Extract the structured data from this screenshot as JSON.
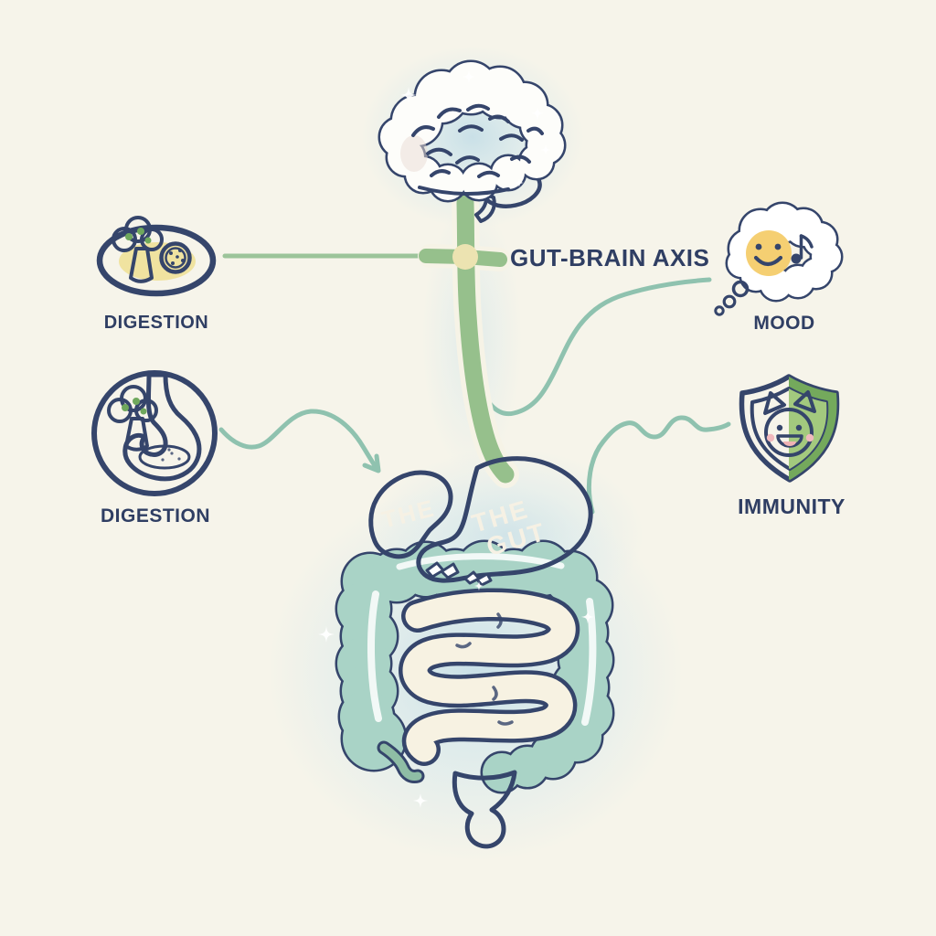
{
  "title": "GUT-BRAIN AXIS",
  "organs": {
    "green_organ_label": "THE",
    "gut_label_top": "THE",
    "gut_label_bottom": "GUT"
  },
  "callouts": {
    "food": {
      "label": "DIGESTION",
      "icon": "food-plate-icon"
    },
    "mood": {
      "label": "MOOD",
      "icon": "thought-bubble-icon"
    },
    "stomach": {
      "label": "DIGESTION",
      "icon": "stomach-circle-icon"
    },
    "immunity": {
      "label": "IMMUNITY",
      "icon": "immunity-shield-icon"
    }
  },
  "palette": {
    "background": "#f6f4ea",
    "outline_navy": "#35456b",
    "text_navy": "#2f3e63",
    "nerve_green": "#96c08c",
    "line_green": "#9cc49a",
    "connector_teal": "#8fc2af",
    "node_cream": "#ece3b1",
    "glow_blue": "#c7dfe7",
    "brain_white": "#fdfdfa",
    "cerebellum_yellow": "#f2ca74",
    "smiley_yellow": "#f5cf72",
    "stomach_pink": "#eba8a0",
    "green_organ": "#74a891",
    "colon_teal": "#a9d3c6",
    "rectum_green": "#8fbda5",
    "intestine_cream": "#f7f2e2",
    "plate_yellow": "#f0e3a0",
    "broccoli_green": "#93c578",
    "shield_green_light": "#cfe09b",
    "shield_green_dark": "#a3c97e",
    "cheek_pink": "#f1b9be"
  }
}
